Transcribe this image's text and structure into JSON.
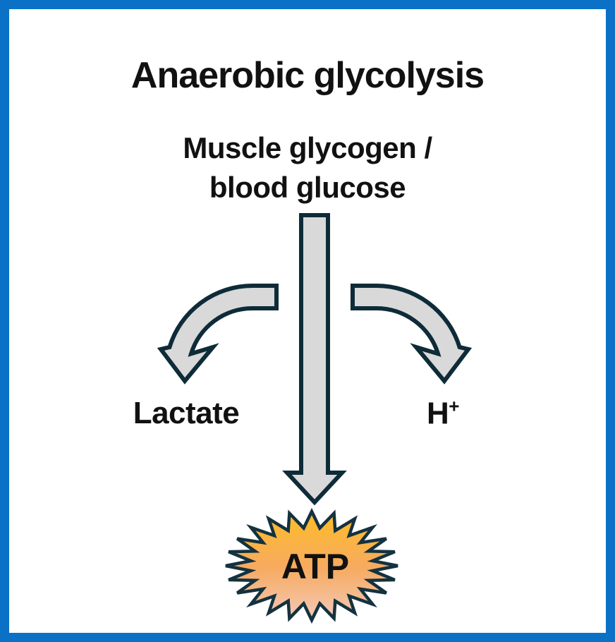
{
  "title": "Anaerobic glycolysis",
  "source": {
    "line1": "Muscle glycogen /",
    "line2": "blood glucose"
  },
  "labels": {
    "left_product": "Lactate",
    "right_product_base": "H",
    "right_product_sup": "+",
    "result": "ATP"
  },
  "colors": {
    "border": "#0b71c6",
    "arrow_fill": "#d9d9d9",
    "arrow_stroke": "#0e2b38",
    "burst_stroke": "#14323f",
    "burst_top": "#fcba2f",
    "burst_mid": "#f7aa60",
    "burst_bottom": "#f4c5ab",
    "text": "#111111"
  }
}
